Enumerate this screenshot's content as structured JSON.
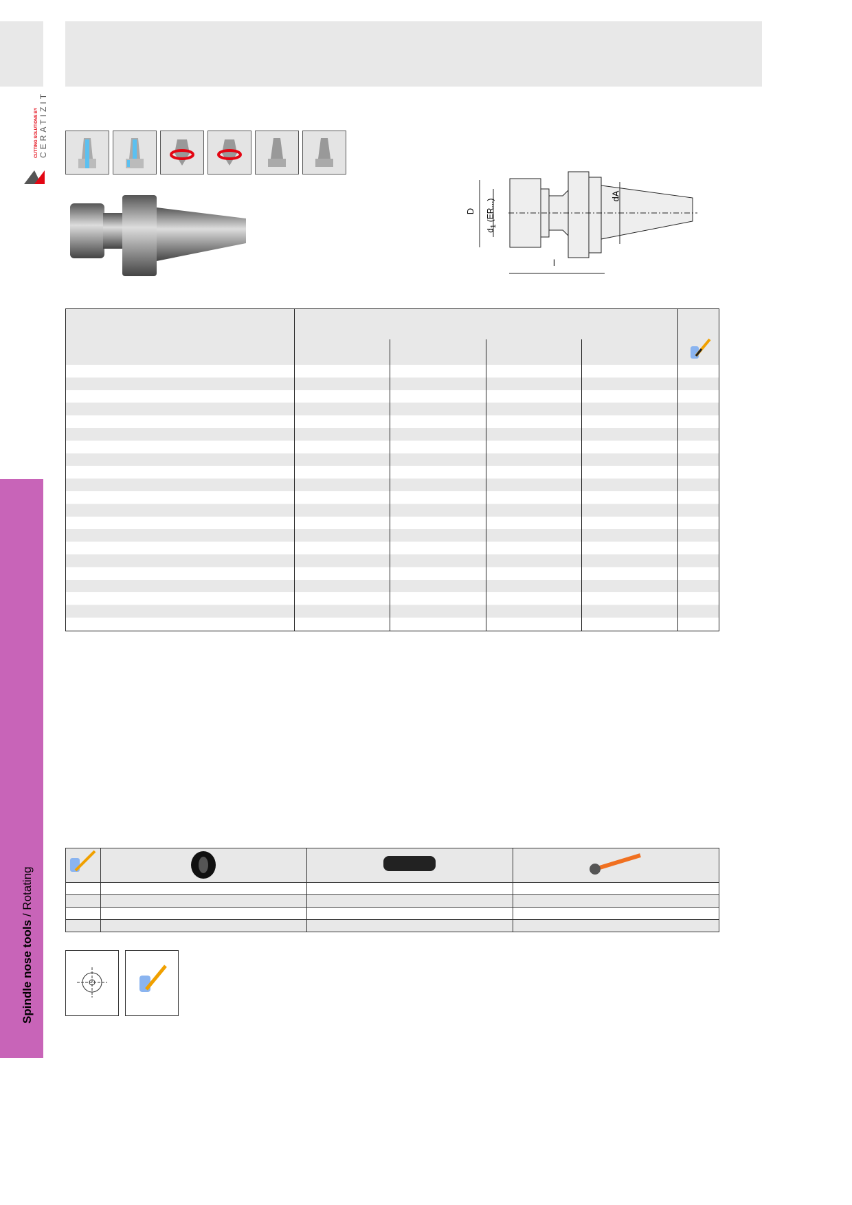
{
  "logo": {
    "tagline": "CUTTING SOLUTIONS BY",
    "brand": "CERATIZIT"
  },
  "sidebar": {
    "section_bold": "Spindle nose tools",
    "section_rest": " / Rotating"
  },
  "drawing": {
    "labels": {
      "D": "D",
      "d1": "d",
      "d1_sub": "1",
      "d1_note": " (ER...)",
      "dA": "dA",
      "l": "l"
    }
  },
  "colors": {
    "accent": "#c864b8",
    "header_gray": "#e8e8e8",
    "logo_red": "#e30613"
  },
  "main_table": {
    "row_count": 21
  },
  "accessory_table": {
    "row_count": 4
  }
}
